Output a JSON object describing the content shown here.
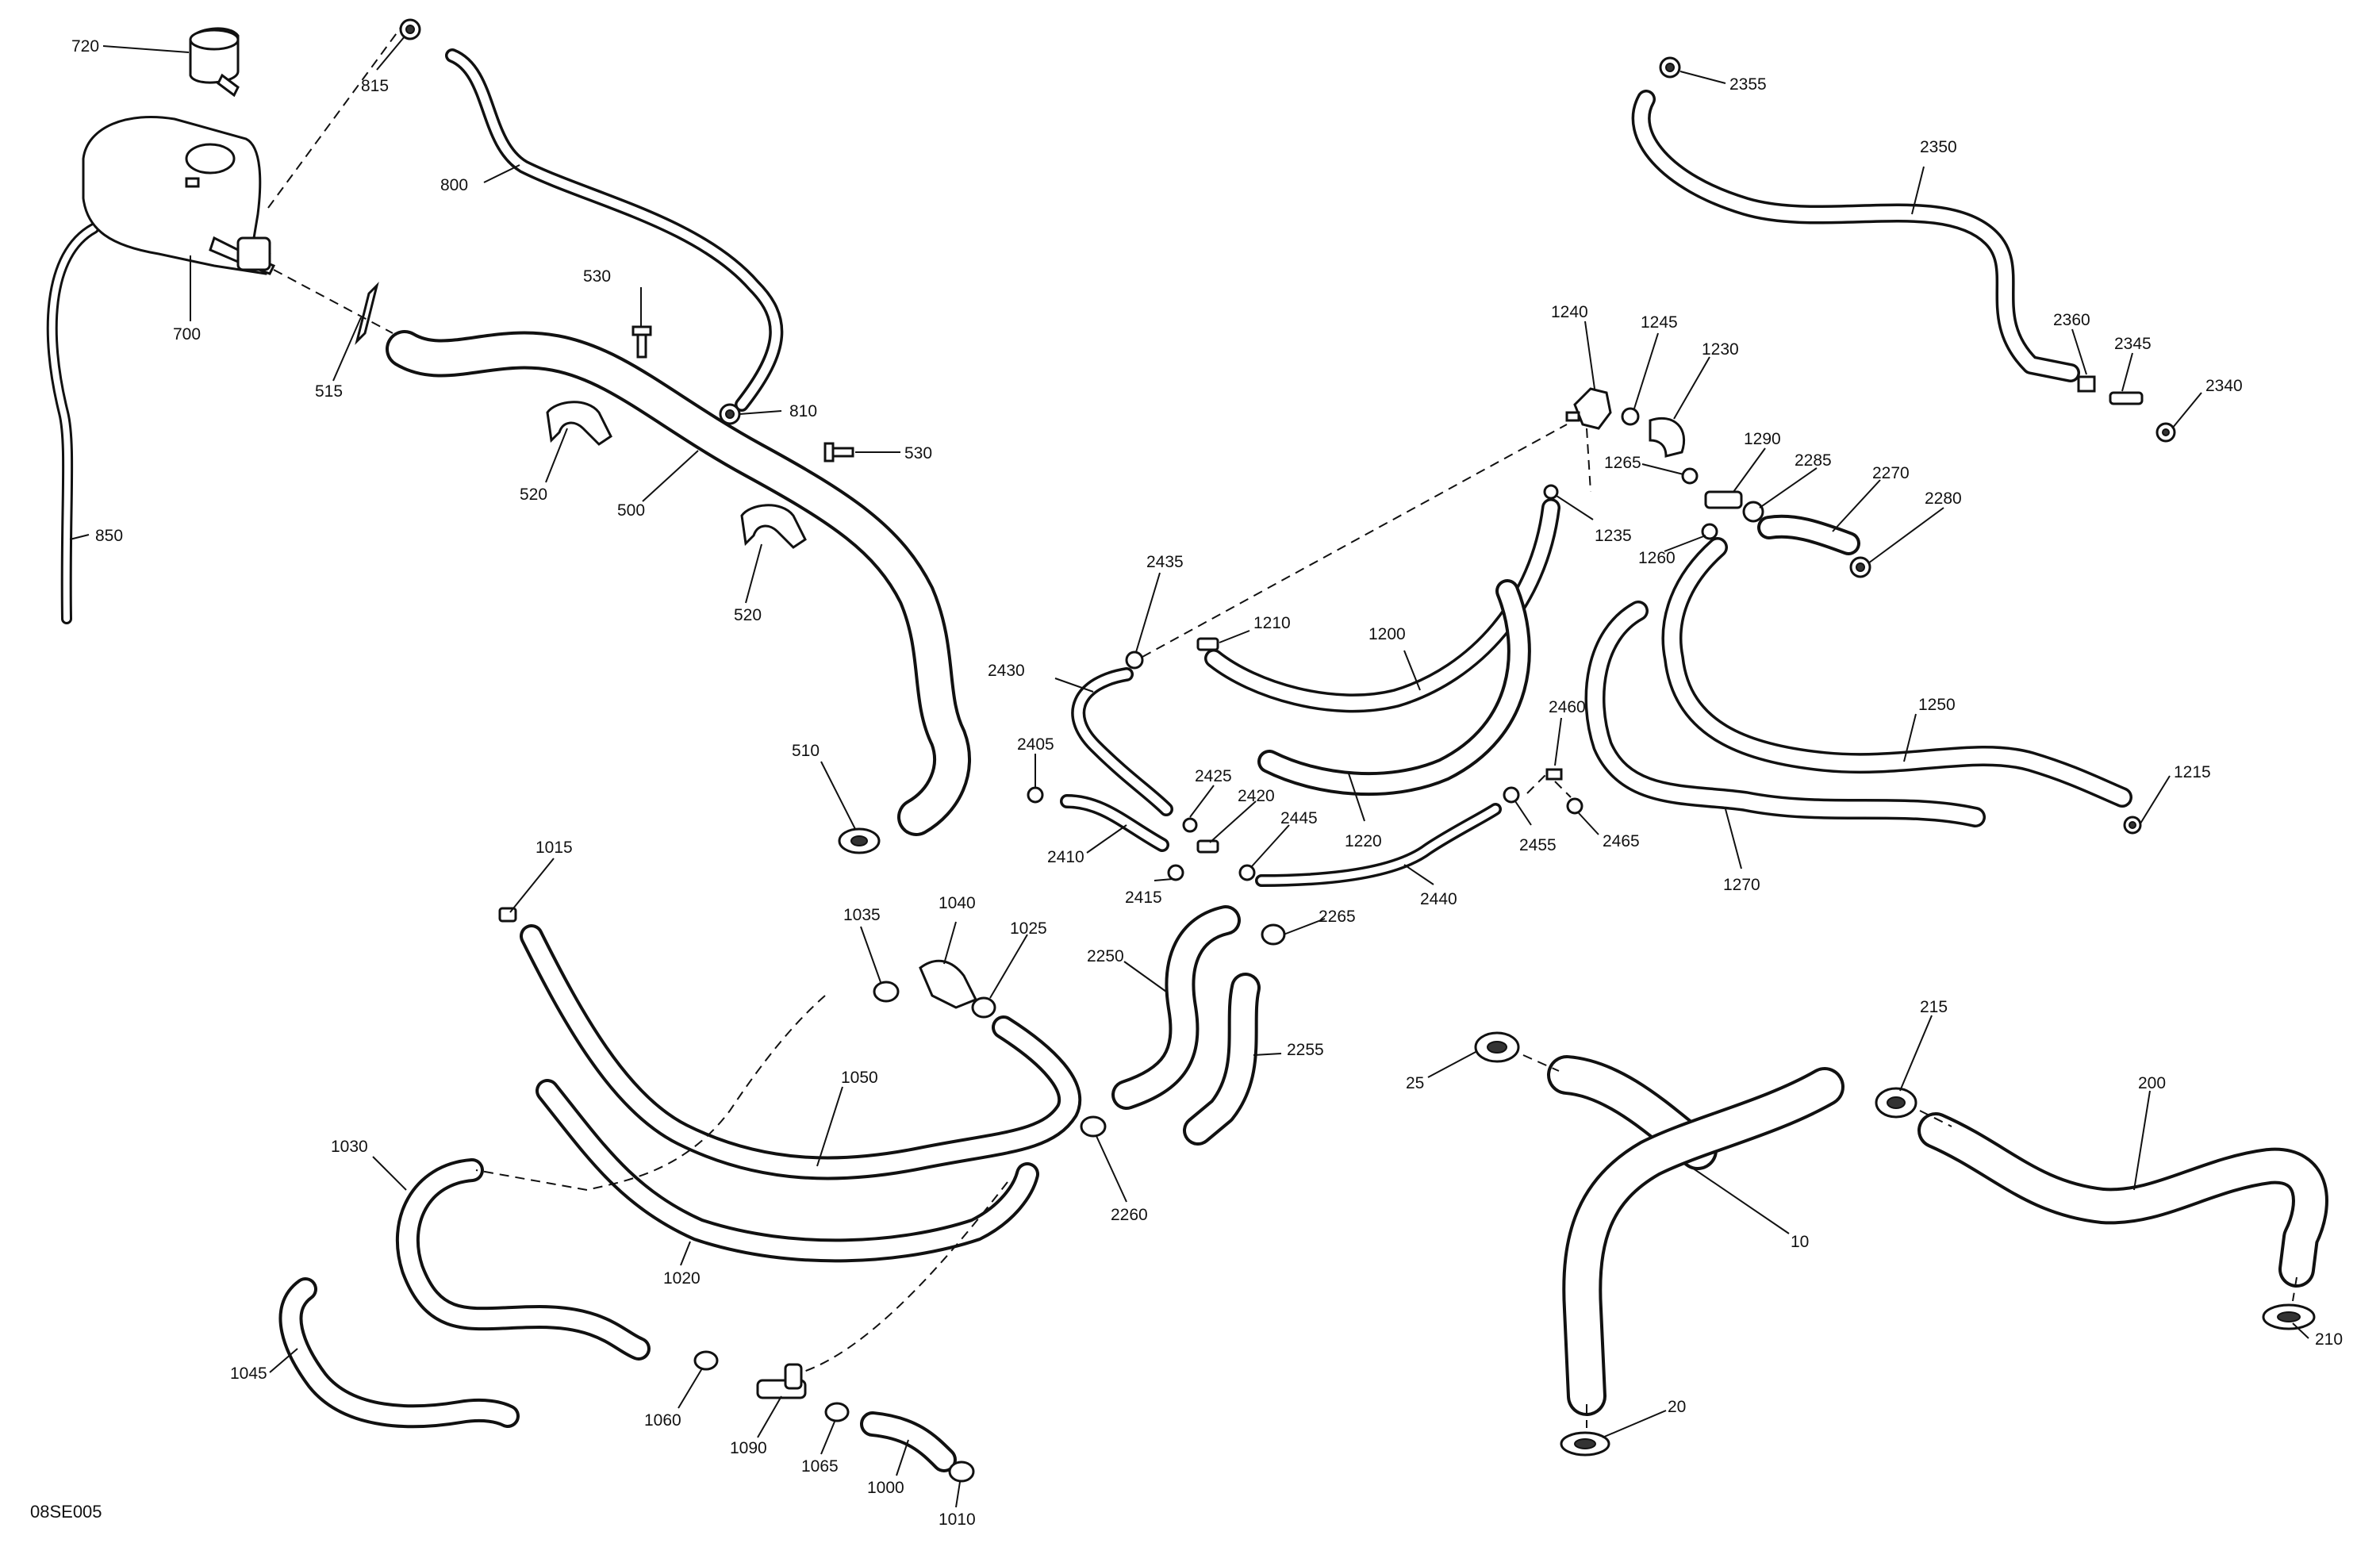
{
  "diagram": {
    "code": "08SE005",
    "labels": {
      "l720": "720",
      "l815": "815",
      "l800": "800",
      "l700": "700",
      "l530a": "530",
      "l515": "515",
      "l520a": "520",
      "l500": "500",
      "l810": "810",
      "l530b": "530",
      "l520b": "520",
      "l850": "850",
      "l510": "510",
      "l2355": "2355",
      "l2350": "2350",
      "l2360": "2360",
      "l2345": "2345",
      "l2340": "2340",
      "l1240": "1240",
      "l1245": "1245",
      "l1230": "1230",
      "l1290": "1290",
      "l2285": "2285",
      "l2270": "2270",
      "l2280": "2280",
      "l1265": "1265",
      "l1235": "1235",
      "l1260": "1260",
      "l2435": "2435",
      "l1210": "1210",
      "l1200": "1200",
      "l2430": "2430",
      "l1250": "1250",
      "l1215": "1215",
      "l2460": "2460",
      "l2405": "2405",
      "l2425": "2425",
      "l2420": "2420",
      "l2445": "2445",
      "l1220": "1220",
      "l2410": "2410",
      "l2415": "2415",
      "l2440": "2440",
      "l2455": "2455",
      "l2465": "2465",
      "l1270": "1270",
      "l1015": "1015",
      "l1035": "1035",
      "l1040": "1040",
      "l1025": "1025",
      "l2265": "2265",
      "l2250": "2250",
      "l2255": "2255",
      "l215": "215",
      "l25": "25",
      "l200": "200",
      "l1050": "1050",
      "l1030": "1030",
      "l2260": "2260",
      "l10": "10",
      "l1020": "1020",
      "l210": "210",
      "l1045": "1045",
      "l20": "20",
      "l1060": "1060",
      "l1090": "1090",
      "l1065": "1065",
      "l1000": "1000",
      "l1010": "1010"
    }
  }
}
